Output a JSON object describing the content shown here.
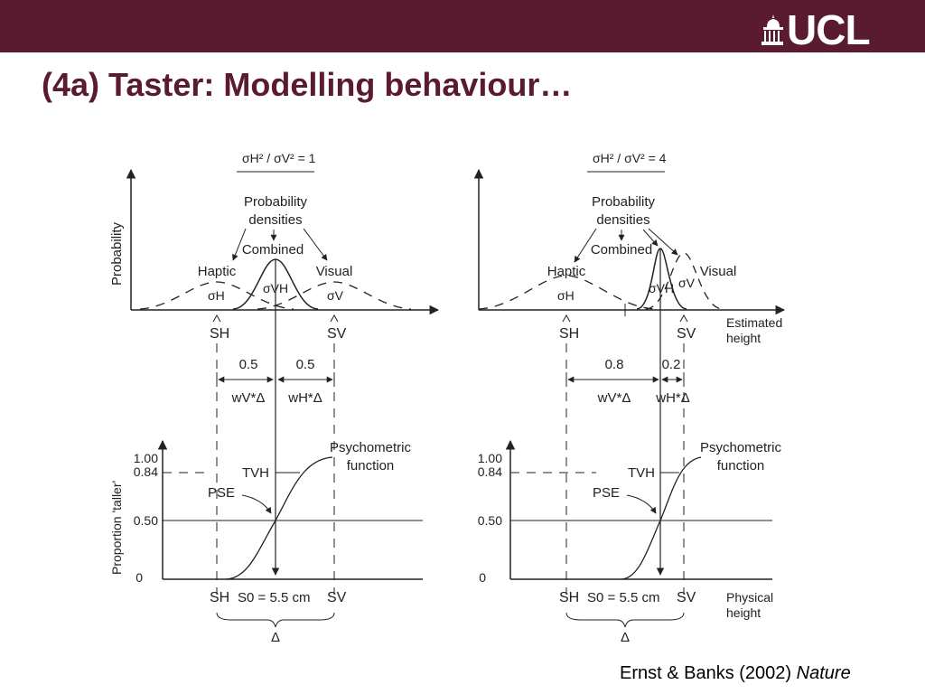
{
  "header": {
    "logo_text": "UCL",
    "title": "(4a) Taster: Modelling behaviour…"
  },
  "citation": {
    "text": "Ernst & Banks (2002) ",
    "journal": "Nature"
  },
  "colors": {
    "brand": "#5a1a30",
    "ink": "#222222"
  },
  "panels": [
    {
      "ratio": "σH² / σV² = 1",
      "y_label_top": "Probability",
      "prob_densities_1": "Probability",
      "prob_densities_2": "densities",
      "combined": "Combined",
      "haptic": "Haptic",
      "visual": "Visual",
      "sigma_h": "σH",
      "sigma_vh": "σVH",
      "sigma_v": "σV",
      "s_h": "SH",
      "s_v": "SV",
      "w_left": "0.5",
      "w_right": "0.5",
      "wv_delta": "wV*Δ",
      "wh_delta": "wH*Δ",
      "y_label_bottom": "Proportion 'taller'",
      "tick_100": "1.00",
      "tick_084": "0.84",
      "tick_050": "0.50",
      "tick_0": "0",
      "t_vh": "TVH",
      "pse": "PSE",
      "psycho_1": "Psychometric",
      "psycho_2": "function",
      "s0": "S0 = 5.5 cm",
      "delta": "Δ"
    },
    {
      "ratio": "σH² / σV² = 4",
      "prob_densities_1": "Probability",
      "prob_densities_2": "densities",
      "combined": "Combined",
      "haptic": "Haptic",
      "visual": "Visual",
      "sigma_h": "σH",
      "sigma_vh": "σVH",
      "sigma_v": "σV",
      "s_h": "SH",
      "s_v": "SV",
      "w_left": "0.8",
      "w_right": "0.2",
      "wv_delta": "wV*Δ",
      "wh_delta": "wH*Δ",
      "estimated_1": "Estimated",
      "estimated_2": "height",
      "tick_100": "1.00",
      "tick_084": "0.84",
      "tick_050": "0.50",
      "tick_0": "0",
      "t_vh": "TVH",
      "pse": "PSE",
      "psycho_1": "Psychometric",
      "psycho_2": "function",
      "s0": "S0 = 5.5 cm",
      "delta": "Δ",
      "physical_1": "Physical",
      "physical_2": "height"
    }
  ]
}
